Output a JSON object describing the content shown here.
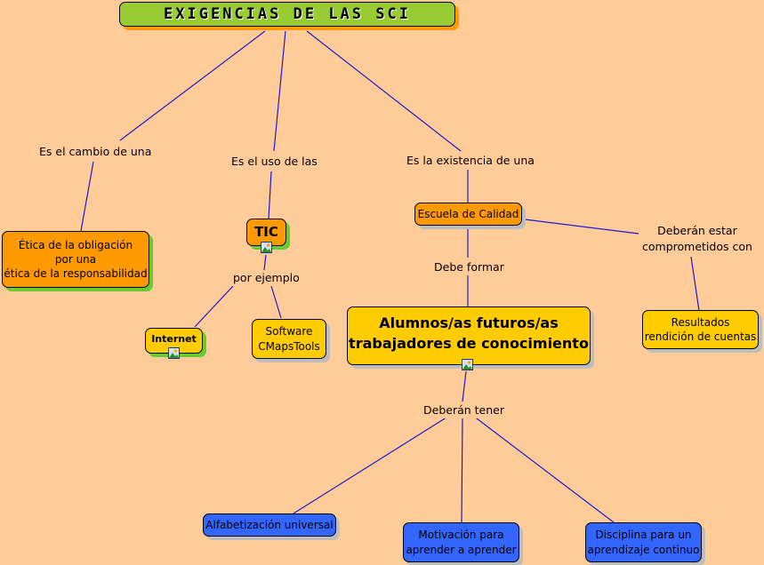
{
  "title": "EXIGENCIAS DE LAS SCI",
  "nodes": {
    "etica": "Ética de la obligación\npor una\nética de la responsabilidad",
    "tic": "TIC",
    "internet": "Internet",
    "software": "Software\nCMapsTools",
    "escuela": "Escuela de Calidad",
    "alumnos": "Alumnos/as futuros/as\ntrabajadores de conocimiento",
    "resultados": "Resultados\nrendición de cuentas",
    "alfabetizacion": "Alfabetización universal",
    "motivacion": "Motivación para\naprender a aprender",
    "disciplina": "Disciplina para un\naprendizaje continuo"
  },
  "links": {
    "cambio": "Es el cambio de una",
    "uso": "Es el uso de las",
    "existencia": "Es la existencia de una",
    "ejemplo": "por ejemplo",
    "formar": "Debe formar",
    "comprometidos": "Deberán estar\ncomprometidos con",
    "tener": "Deberán tener"
  },
  "colors": {
    "background": "#ffcc99",
    "title_fill": "#99cc33",
    "orange_node": "#ff9900",
    "yellow_node": "#ffcc00",
    "blue_node": "#3366ff",
    "connector": "#1a1acc"
  },
  "icons": [
    "image-icon"
  ]
}
